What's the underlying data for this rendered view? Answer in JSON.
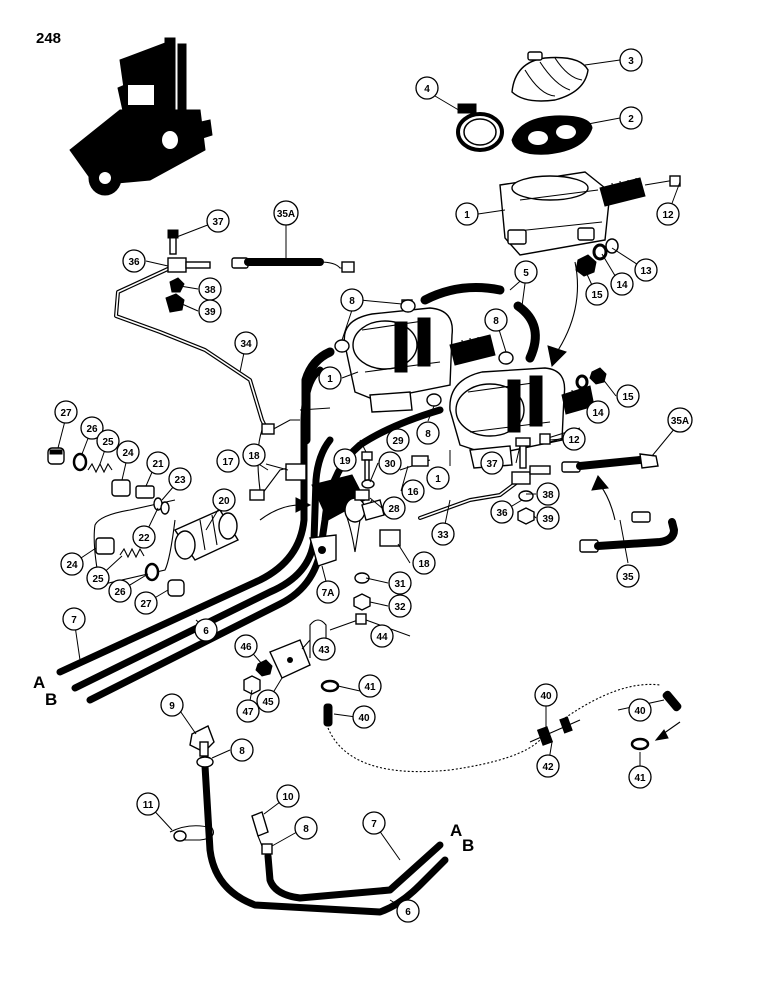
{
  "page_number": "248",
  "end_markers": {
    "a": "A",
    "b": "B"
  },
  "callouts": {
    "c1a": "1",
    "c1b": "1",
    "c1c": "1",
    "c2": "2",
    "c3": "3",
    "c4": "4",
    "c5": "5",
    "c6a": "6",
    "c6b": "6",
    "c7a": "7",
    "c7b": "7",
    "c7A": "7A",
    "c8a": "8",
    "c8b": "8",
    "c8c": "8",
    "c8d": "8",
    "c8e": "8",
    "c9": "9",
    "c10": "10",
    "c11": "11",
    "c12a": "12",
    "c12b": "12",
    "c13": "13",
    "c14a": "14",
    "c14b": "14",
    "c15a": "15",
    "c15b": "15",
    "c16": "16",
    "c17": "17",
    "c18a": "18",
    "c18b": "18",
    "c19": "19",
    "c20": "20",
    "c21": "21",
    "c22": "22",
    "c23": "23",
    "c24a": "24",
    "c24b": "24",
    "c25a": "25",
    "c25b": "25",
    "c26a": "26",
    "c26b": "26",
    "c27a": "27",
    "c27b": "27",
    "c28": "28",
    "c29": "29",
    "c30": "30",
    "c31": "31",
    "c32": "32",
    "c33": "33",
    "c34": "34",
    "c35": "35",
    "c35Aa": "35A",
    "c35Ab": "35A",
    "c36a": "36",
    "c36b": "36",
    "c37a": "37",
    "c37b": "37",
    "c38a": "38",
    "c38b": "38",
    "c39a": "39",
    "c39b": "39",
    "c40a": "40",
    "c40b": "40",
    "c40c": "40",
    "c41a": "41",
    "c41b": "41",
    "c42": "42",
    "c43": "43",
    "c44": "44",
    "c45": "45",
    "c46": "46",
    "c47": "47"
  }
}
